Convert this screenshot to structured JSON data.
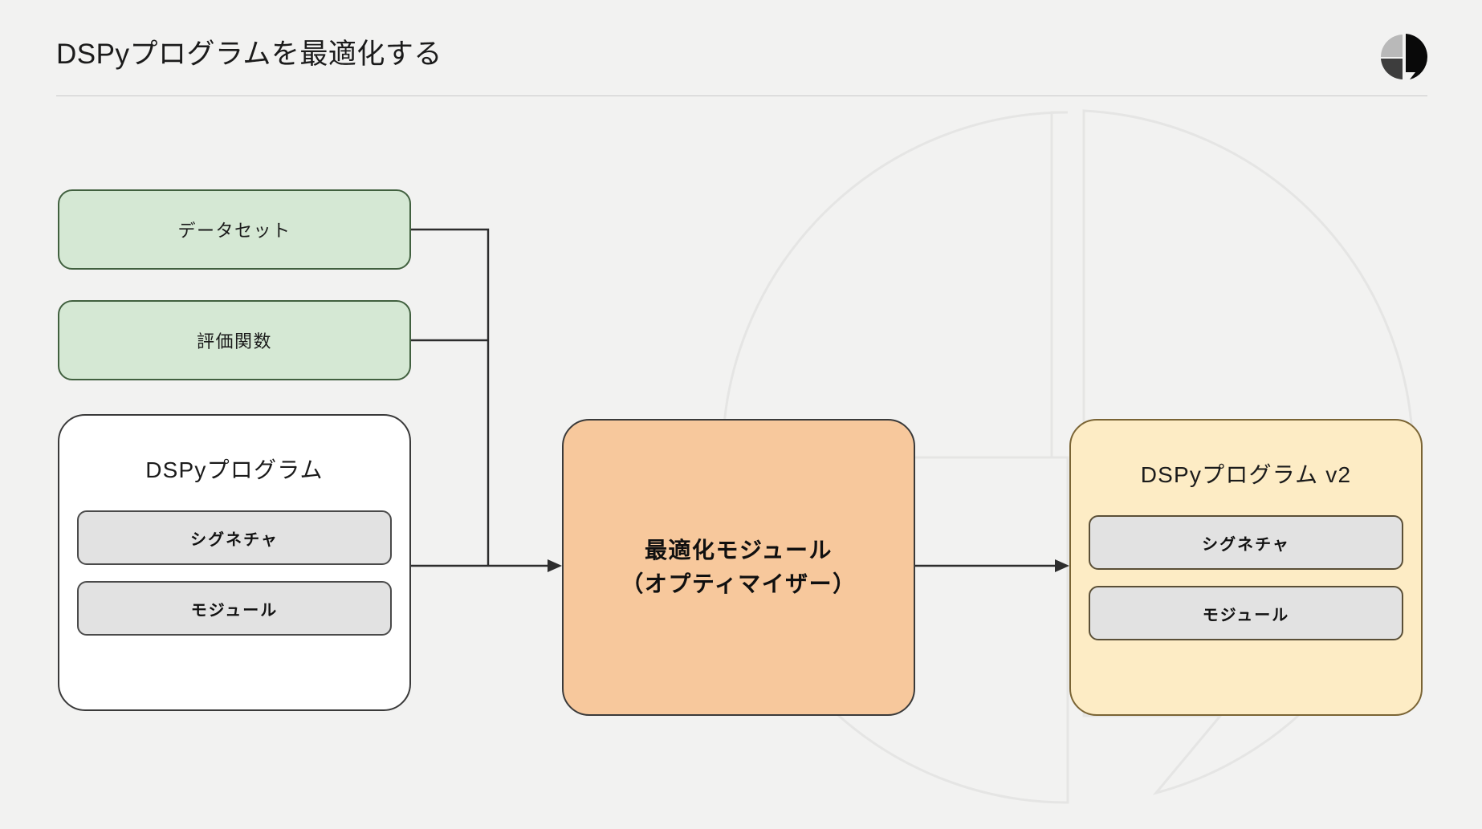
{
  "header": {
    "title": "DSPyプログラムを最適化する",
    "logo_icon": "brand-circle-logo"
  },
  "diagram": {
    "dataset": {
      "label": "データセット"
    },
    "metric": {
      "label": "評価関数"
    },
    "program": {
      "title": "DSPyプログラム",
      "signature_label": "シグネチャ",
      "module_label": "モジュール"
    },
    "optimizer": {
      "line1": "最適化モジュール",
      "line2": "（オプティマイザー）"
    },
    "program_v2": {
      "title": "DSPyプログラム v2",
      "signature_label": "シグネチャ",
      "module_label": "モジュール"
    }
  },
  "colors": {
    "background": "#f2f2f1",
    "green_fill": "#d5e8d4",
    "green_stroke": "#41603f",
    "orange_fill": "#f7c89c",
    "yellow_fill": "#fdecc5",
    "gray_subbox": "#e2e2e2",
    "stroke": "#3a3a3a",
    "rule": "#c9c9c9",
    "watermark": "#e7e7e6"
  }
}
